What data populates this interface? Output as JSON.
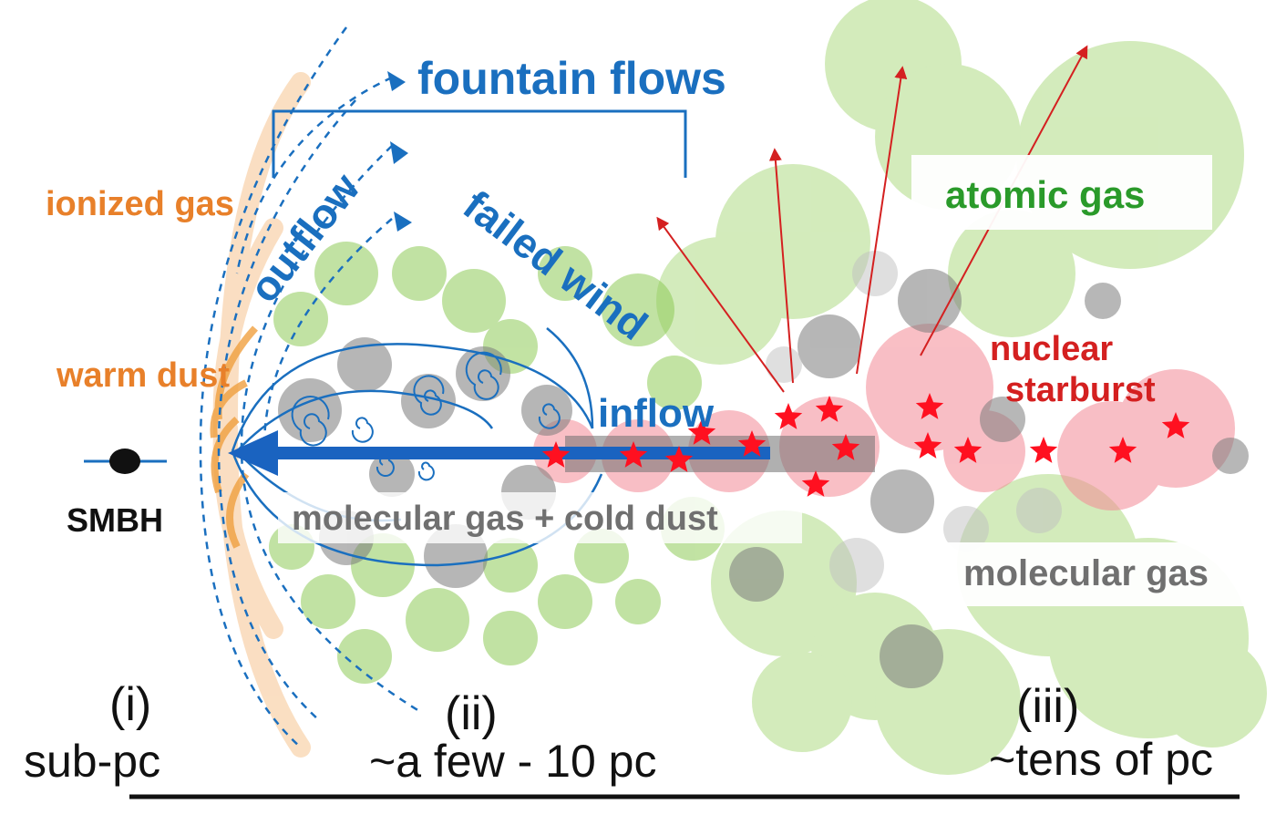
{
  "labels": {
    "fountain_flows": "fountain flows",
    "ionized_gas": "ionized gas",
    "outflow": "outflow",
    "failed_wind": "failed wind",
    "warm_dust": "warm dust",
    "inflow": "inflow",
    "atomic_gas": "atomic gas",
    "nuclear": "nuclear",
    "starburst": "starburst",
    "smbh": "SMBH",
    "molecular_cold_dust": "molecular gas + cold dust",
    "molecular_gas": "molecular gas"
  },
  "scales": {
    "i": "(i)",
    "ii": "(ii)",
    "iii": "(iii)",
    "sub_pc": "sub-pc",
    "few_10_pc": "~a few - 10 pc",
    "tens_pc": "~tens of pc"
  },
  "colors": {
    "flow_blue": "#1a6fbf",
    "ionized_orange": "#e8802a",
    "atomic_green": "#2a9a2a",
    "starburst_red": "#e0202a",
    "molecular_gray": "#707070",
    "green_cloud": "#9ed36a",
    "gray_cloud": "#8a8a8a",
    "pink_region": "#f4a0a8",
    "star_red": "#ff1020"
  }
}
